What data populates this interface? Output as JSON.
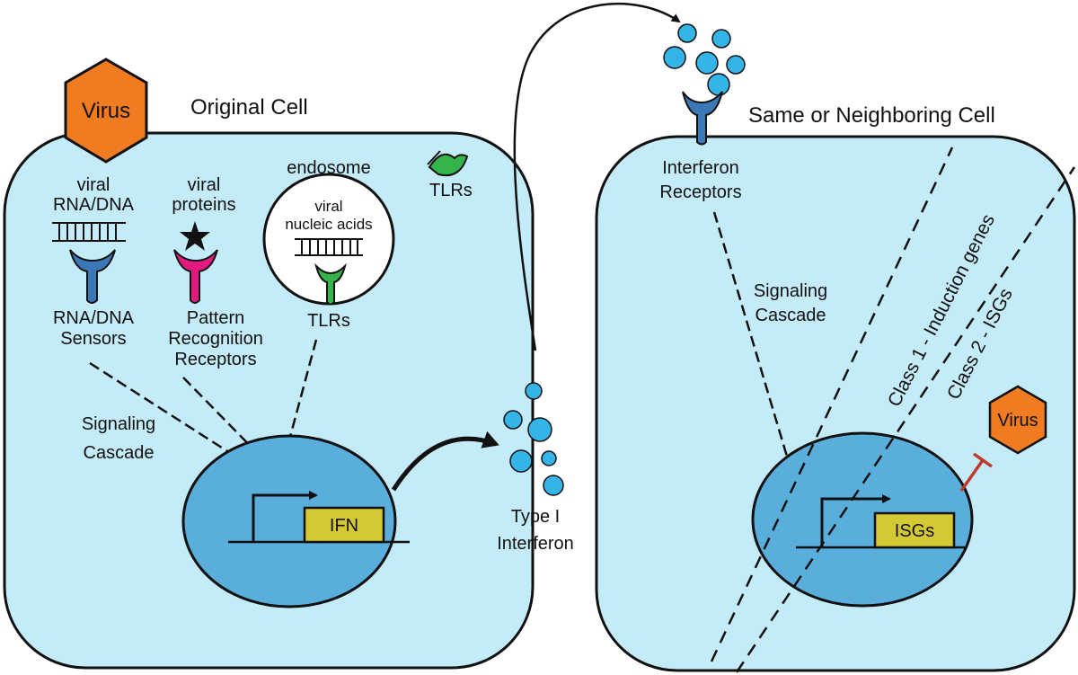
{
  "colors": {
    "cell_fill": "#c3ebf8",
    "nucleus_fill": "#5aaedc",
    "virus_orange": "#f07b21",
    "interferon_blue": "#33b5e8",
    "receptor_blue": "#3b78b8",
    "receptor_magenta": "#e2197f",
    "receptor_green": "#33b44a",
    "gene_box": "#d4c934",
    "inhibit_red": "#c0392b"
  },
  "left_cell": {
    "title": "Original Cell",
    "virus_label": "Virus",
    "viral_rna_dna": [
      "viral",
      "RNA/DNA"
    ],
    "viral_proteins": [
      "viral",
      "proteins"
    ],
    "endosome_label": "endosome",
    "viral_nucleic_acids": [
      "viral",
      "nucleic acids"
    ],
    "tlrs_membrane": "TLRs",
    "sensors_label": [
      "RNA/DNA",
      "Sensors"
    ],
    "prr_label": [
      "Pattern",
      "Recognition",
      "Receptors"
    ],
    "tlrs_endosome": "TLRs",
    "signaling_cascade": [
      "Signaling",
      "Cascade"
    ],
    "gene_label": "IFN"
  },
  "middle": {
    "type_i_interferon": [
      "Type I",
      "Interferon"
    ]
  },
  "right_cell": {
    "title": "Same or Neighboring Cell",
    "interferon_receptors": [
      "Interferon",
      "Receptors"
    ],
    "signaling_cascade": [
      "Signaling",
      "Cascade"
    ],
    "class1": "Class 1 - Induction genes",
    "class2": "Class 2 - ISGs",
    "virus_label": "Virus",
    "gene_label": "ISGs"
  }
}
